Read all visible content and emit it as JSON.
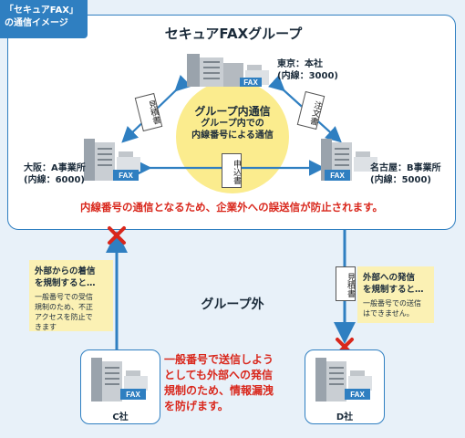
{
  "badge": {
    "line1": "「セキュアFAX」",
    "line2": "の通信イメージ"
  },
  "group": {
    "title": "セキュアFAXグループ",
    "center_title": "グループ内通信",
    "center_sub1": "グループ内での",
    "center_sub2": "内線番号による通信",
    "warning": "内線番号の通信となるため、企業外への誤送信が防止されます。"
  },
  "offices": {
    "tokyo": {
      "name": "東京：本社",
      "ext": "(内線：3000)"
    },
    "osaka": {
      "name": "大阪：A事業所",
      "ext": "(内線：6000)"
    },
    "nagoya": {
      "name": "名古屋：B事業所",
      "ext": "(内線：5000)"
    }
  },
  "documents": {
    "estimate": "見積書",
    "order": "注文書",
    "application": "申込書"
  },
  "fax_label": "FAX",
  "outside": {
    "title": "グループ外",
    "incoming_note": {
      "head1": "外部からの着信",
      "head2": "を規制すると…",
      "body": [
        "一般番号での受信",
        "規制のため、不正",
        "アクセスを防止で",
        "きます"
      ]
    },
    "outgoing_note": {
      "head1": "外部への発信",
      "head2": "を規制すると…",
      "body": [
        "一般番号での送信",
        "はできません。"
      ]
    },
    "message": [
      "一般番号で送信しよう",
      "としても外部への発信",
      "規制のため、情報漏洩",
      "を防げます。"
    ],
    "company_c": "C社",
    "company_d": "D社"
  },
  "colors": {
    "blue": "#2f7fc1",
    "red": "#d9271c",
    "yellow": "#fbec8e",
    "note_yellow": "#fbf1b4",
    "background": "#e8f1f9"
  }
}
